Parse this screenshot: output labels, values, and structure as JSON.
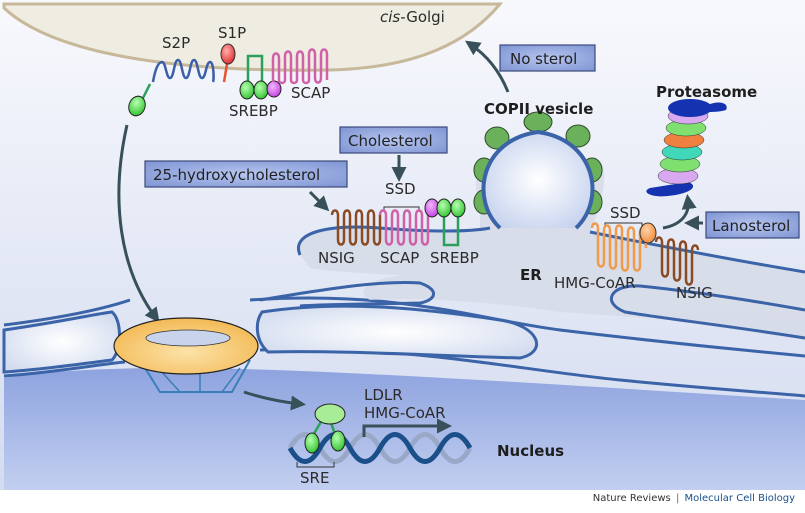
{
  "figure": {
    "compartments": {
      "golgi": "cis-Golgi",
      "golgi_prefix": "cis",
      "golgi_suffix": "-Golgi",
      "er": "ER",
      "nucleus": "Nucleus",
      "copii": "COPII vesicle",
      "proteasome": "Proteasome"
    },
    "golgi_proteins": {
      "s2p": "S2P",
      "s1p": "S1P",
      "srebp": "SREBP",
      "scap": "SCAP"
    },
    "er_complex": {
      "nsig": "NSIG",
      "scap": "SCAP",
      "srebp": "SREBP",
      "ssd": "SSD"
    },
    "hmgcoar_complex": {
      "hmgcoar": "HMG-CoAR",
      "nsig": "NSIG",
      "ssd": "SSD"
    },
    "sterol_boxes": {
      "no_sterol": "No sterol",
      "cholesterol": "Cholesterol",
      "hydroxy": "25-hydroxycholesterol",
      "lanosterol": "Lanosterol"
    },
    "nucleus_genes": {
      "line1": "LDLR",
      "line2": "HMG-CoAR",
      "sre": "SRE"
    },
    "colors": {
      "box_fill": "#8fa3dc",
      "box_border": "#3a4a7a",
      "golgi_fill": "#efece2",
      "golgi_border": "#c8b89a",
      "er_membrane": "#3b64a8",
      "nucleus_fill": "#9fb3e6",
      "srebp": "#2aa05a",
      "srebp_bead": "#44d444",
      "scap": "#d060a8",
      "scap_bead": "#cc55ee",
      "s2p": "#3a5fa8",
      "s1p": "#e84040",
      "nsig": "#8a4a22",
      "hmgcoar": "#f09a4a",
      "proteasome_cap": "#1533b0",
      "copii_coat": "#6bb05a",
      "pore": "#f8c870",
      "arrow": "#37505a"
    }
  },
  "credit": {
    "publisher": "Nature Reviews",
    "separator": "|",
    "journal": "Molecular Cell Biology"
  }
}
